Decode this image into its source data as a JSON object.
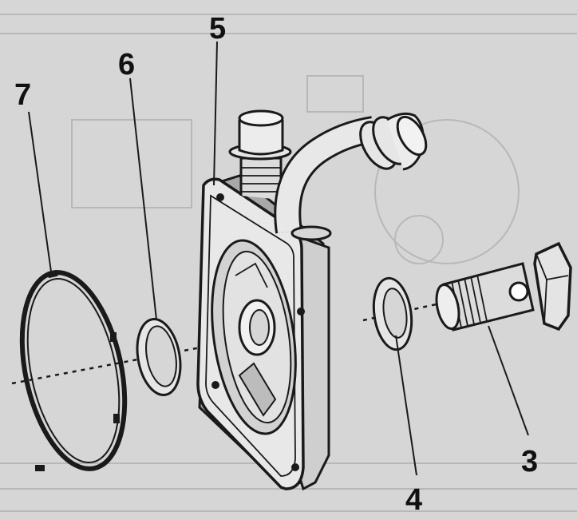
{
  "diagram": {
    "callouts": [
      {
        "id": "7",
        "label": "7"
      },
      {
        "id": "6",
        "label": "6"
      },
      {
        "id": "5",
        "label": "5"
      },
      {
        "id": "4",
        "label": "4"
      },
      {
        "id": "3",
        "label": "3"
      }
    ],
    "colors": {
      "background": "#d6d6d6",
      "ink": "#1a1a1a",
      "part_fill": "#e6e6e6",
      "shadow": "#9c9c9c",
      "ghost": "#b8b8b8"
    }
  }
}
